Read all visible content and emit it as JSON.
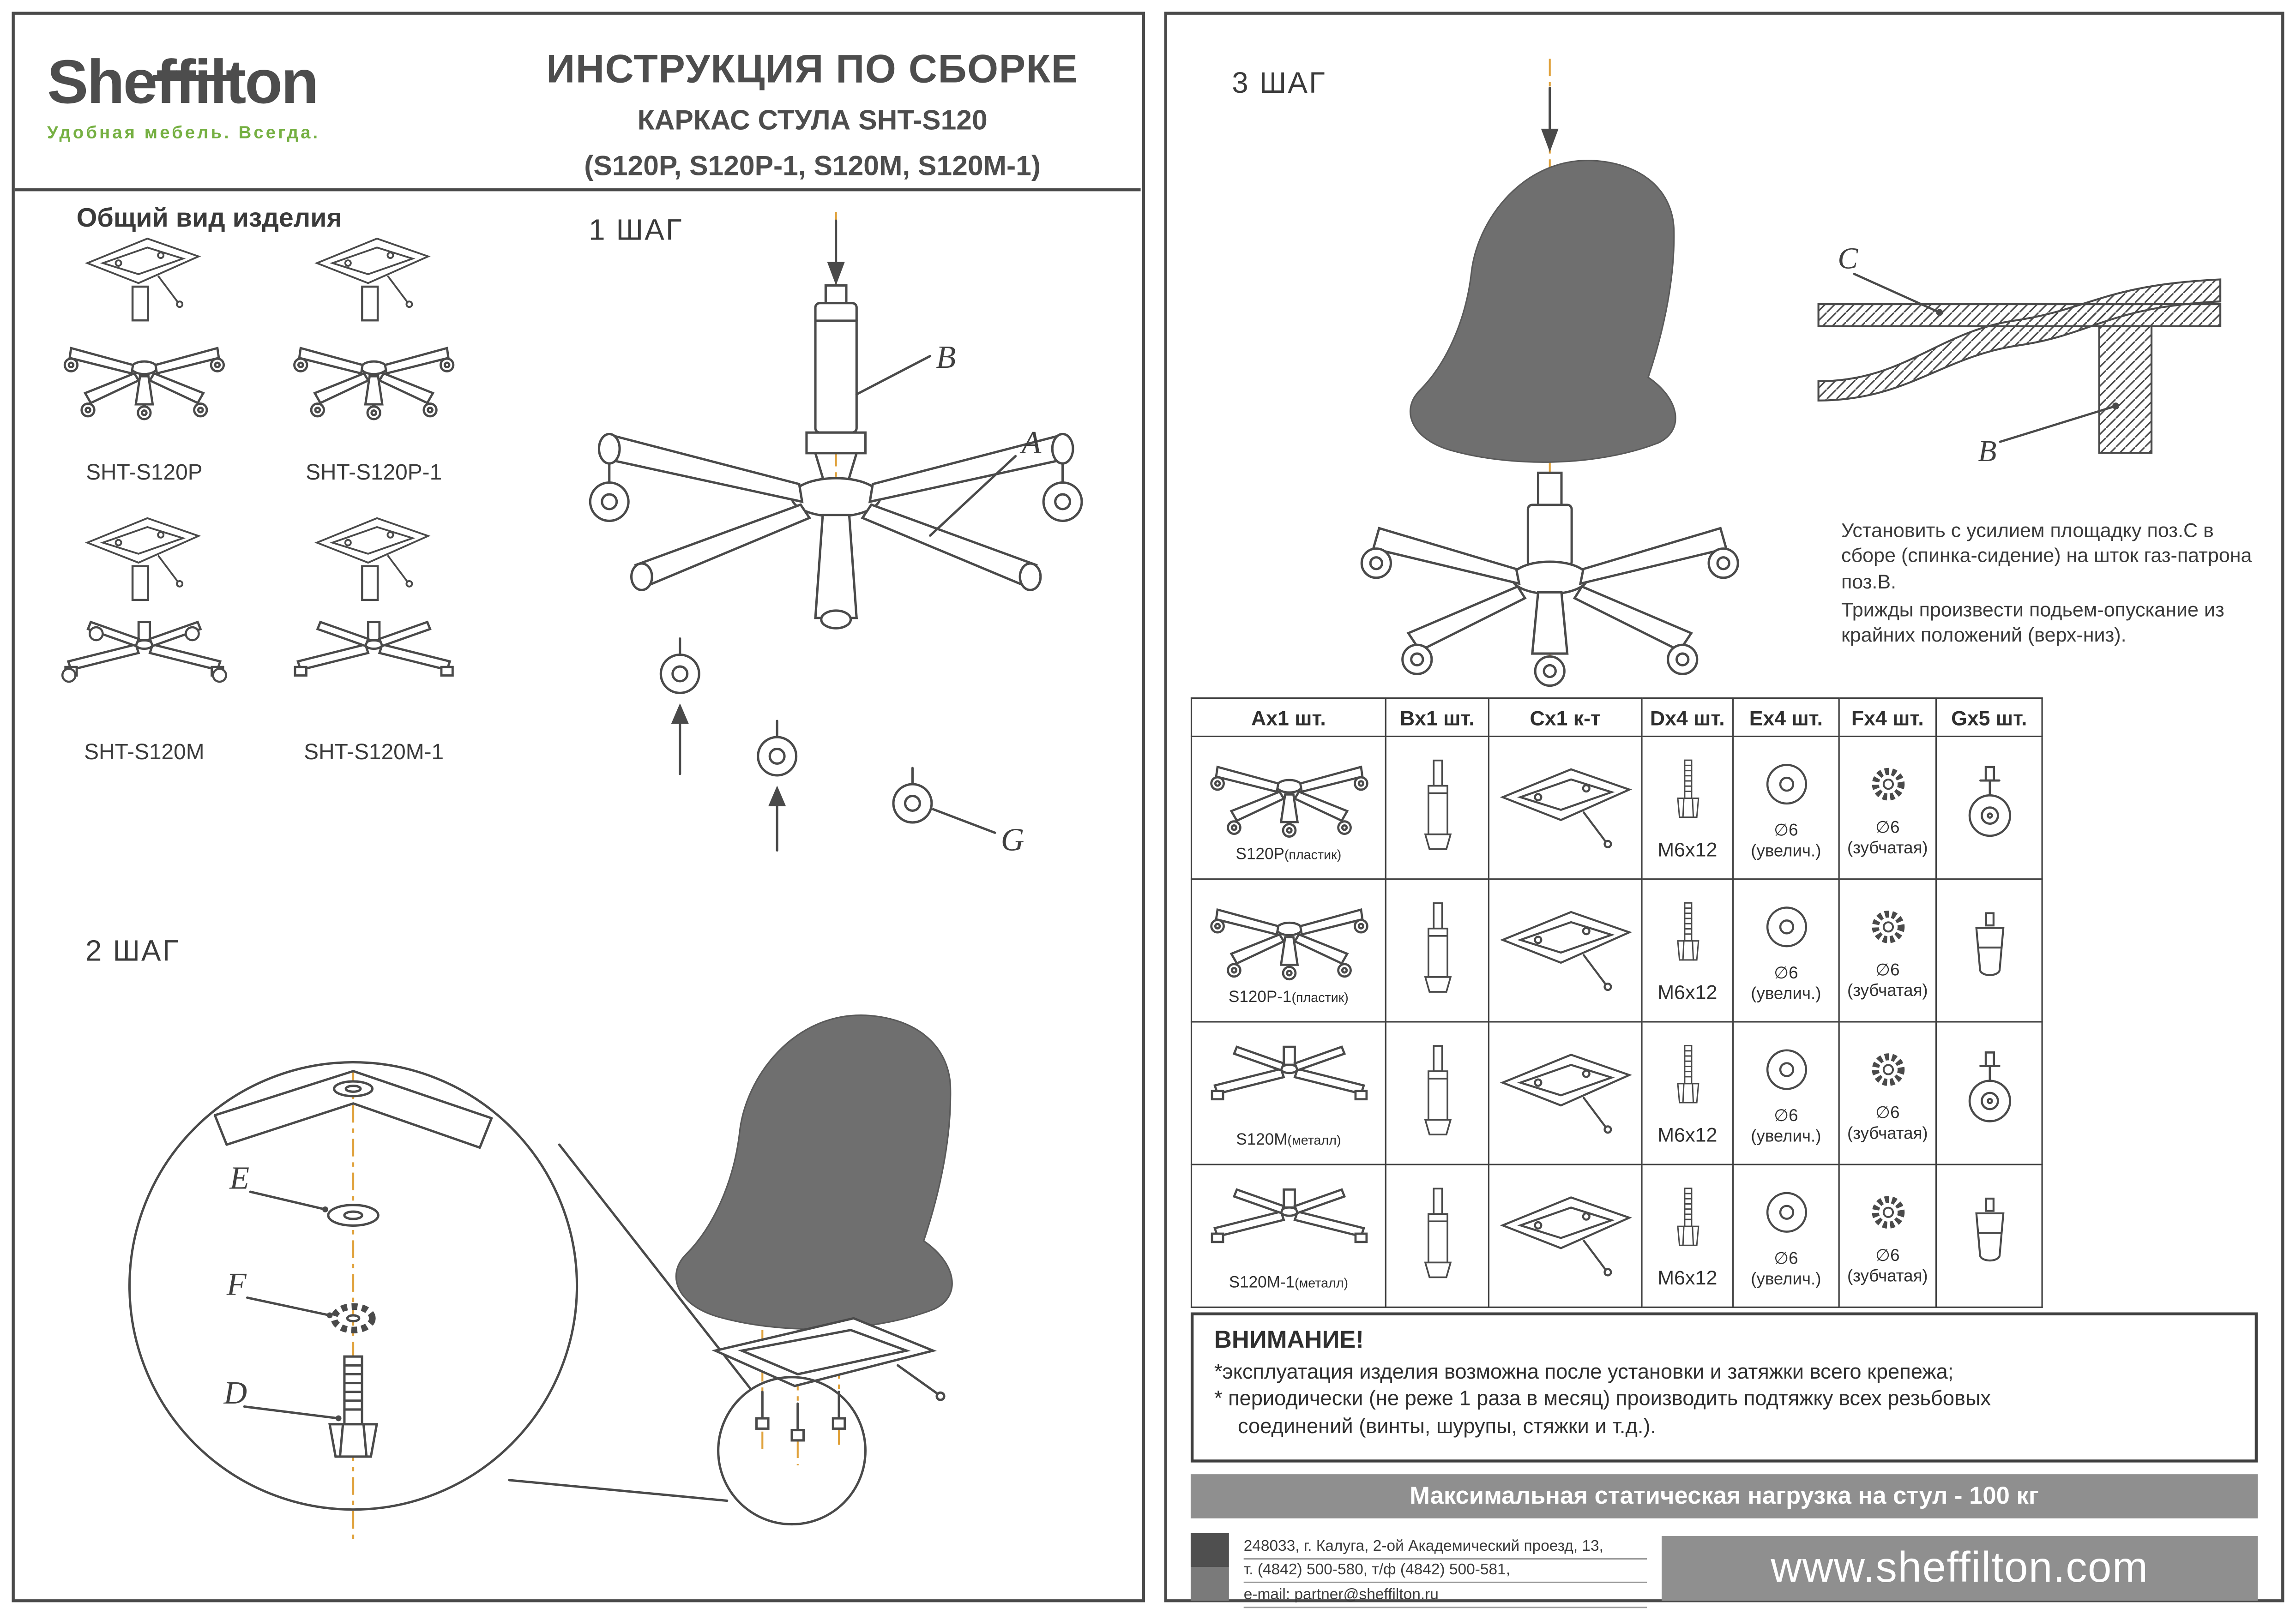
{
  "brand": {
    "logo_text": "Sheffilton",
    "tagline": "Удобная мебель. Всегда.",
    "colors": {
      "accent_green": "#76b043",
      "line_gray": "#4a4a4a",
      "banner_gray": "#8f8f8f",
      "centerline_orange": "#e0a23c"
    }
  },
  "left_page": {
    "header": {
      "title": "ИНСТРУКЦИЯ ПО СБОРКЕ",
      "subtitle1": "КАРКАС СТУЛА SHT-S120",
      "subtitle2": "(S120P, S120P-1, S120M, S120M-1)"
    },
    "overview": {
      "heading": "Общий вид изделия",
      "models": [
        "SHT-S120P",
        "SHT-S120P-1",
        "SHT-S120M",
        "SHT-S120M-1"
      ]
    },
    "step1": {
      "label": "1 ШАГ",
      "callout_b": "B",
      "callout_a": "A",
      "callout_g": "G"
    },
    "step2": {
      "label": "2 ШАГ",
      "callout_e": "E",
      "callout_f": "F",
      "callout_d": "D"
    }
  },
  "right_page": {
    "step3": {
      "label": "3 ШАГ",
      "callout_c": "C",
      "callout_b": "B",
      "instruction1": "Установить с усилием площадку поз.С в сборе (спинка-сидение) на шток газ-патрона поз.В.",
      "instruction2": "Трижды произвести подьем-опускание из крайних положений (верх-низ)."
    },
    "parts_table": {
      "headers": [
        "Ax1 шт.",
        "Bx1 шт.",
        "Cx1 к-т",
        "Dx4 шт.",
        "Ex4 шт.",
        "Fx4 шт.",
        "Gx5 шт."
      ],
      "bolt_label": "M6x12",
      "washer_dia": "∅6",
      "washer_note": "(увелич.)",
      "tooth_dia": "∅6",
      "tooth_note": "(зубчатая)",
      "column_icons": [
        "base",
        "gas-lift",
        "seat-plate",
        "bolt",
        "washer",
        "tooth-washer",
        "caster-or-glide"
      ],
      "rows": [
        {
          "model": "S120P",
          "material": "(пластик)",
          "base_icon": "five-star-base",
          "foot_icon": "caster"
        },
        {
          "model": "S120P-1",
          "material": "(пластик)",
          "base_icon": "five-star-base",
          "foot_icon": "glide"
        },
        {
          "model": "S120M",
          "material": "(металл)",
          "base_icon": "cross-base",
          "foot_icon": "caster"
        },
        {
          "model": "S120M-1",
          "material": "(металл)",
          "base_icon": "cross-base",
          "foot_icon": "glide"
        }
      ]
    },
    "warning": {
      "heading": "ВНИМАНИЕ!",
      "line1": "*эксплуатация изделия возможна после установки и затяжки всего крепежа;",
      "line2": "* периодически (не реже 1 раза в месяц) производить подтяжку всех резьбовых",
      "line3": "соединений (винты, шурупы, стяжки и т.д.)."
    },
    "load_banner": "Максимальная статическая нагрузка на стул - 100 кг",
    "footer": {
      "address1": "248033, г. Калуга, 2-ой Академический проезд, 13,",
      "address2": "т. (4842) 500-580, т/ф (4842) 500-581,",
      "address3": "e-mail: partner@sheffilton.ru",
      "website": "www.sheffilton.com"
    }
  }
}
